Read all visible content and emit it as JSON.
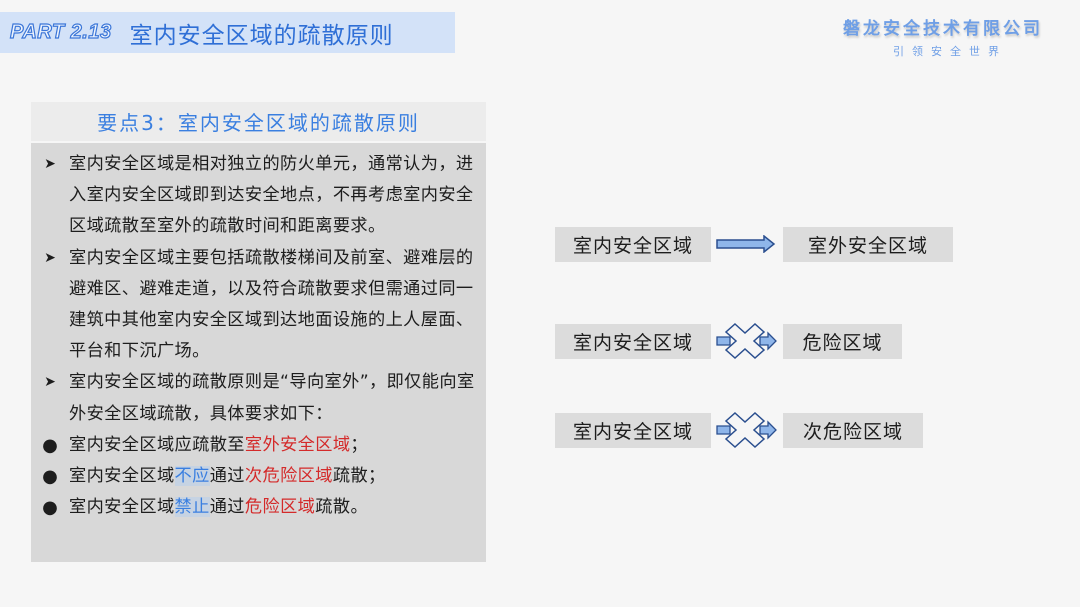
{
  "header": {
    "part_label": "PART 2.13",
    "title": "室内安全区域的疏散原则"
  },
  "brand": {
    "name": "磐龙安全技术有限公司",
    "slogan": "引领安全世界"
  },
  "panel": {
    "heading": "要点3：室内安全区域的疏散原则",
    "items": [
      {
        "bullet": "arrow",
        "text": "室内安全区域是相对独立的防火单元，通常认为，进入室内安全区域即到达安全地点，不再考虑室内安全区域疏散至室外的疏散时间和距离要求。"
      },
      {
        "bullet": "arrow",
        "text": "室内安全区域主要包括疏散楼梯间及前室、避难层的避难区、避难走道，以及符合疏散要求但需通过同一建筑中其他室内安全区域到达地面设施的上人屋面、平台和下沉广场。"
      },
      {
        "bullet": "arrow",
        "text": "室内安全区域的疏散原则是“导向室外”，即仅能向室外安全区域疏散，具体要求如下："
      }
    ],
    "rules": [
      {
        "a": "室内安全区域应疏散至",
        "red": "室外安全区域",
        "end": "；"
      },
      {
        "a": "室内安全区域",
        "blue": "不应",
        "b": "通过",
        "red": "次危险区域",
        "end": "疏散；"
      },
      {
        "a": "室内安全区域",
        "blue": "禁止",
        "b": "通过",
        "red": "危险区域",
        "end": "疏散。"
      }
    ]
  },
  "diagram": {
    "rows": [
      {
        "from": "室内安全区域",
        "relation": "allowed-arrow",
        "to": "室外安全区域"
      },
      {
        "from": "室内安全区域",
        "relation": "forbidden-cross",
        "to": "危险区域"
      },
      {
        "from": "室内安全区域",
        "relation": "forbidden-cross",
        "to": "次危险区域"
      }
    ]
  },
  "colors": {
    "accent_blue": "#3a7fe0",
    "highlight_red": "#d42a2a",
    "title_bar_bg": "#d3e2f8",
    "panel_bg": "#d8d8d8"
  }
}
